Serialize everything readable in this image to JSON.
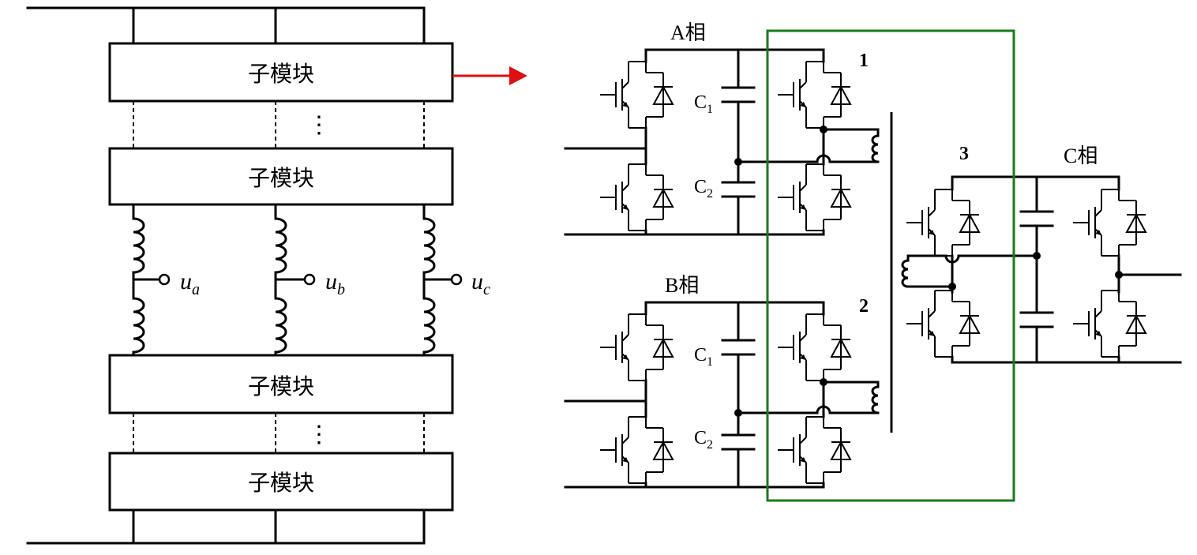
{
  "module_label": "子模块",
  "ellipsis": "⋮",
  "outputs": {
    "a": {
      "sym": "u",
      "sub": "a"
    },
    "b": {
      "sym": "u",
      "sub": "b"
    },
    "c": {
      "sym": "u",
      "sub": "c"
    }
  },
  "phases": {
    "a_label": "A相",
    "b_label": "B相",
    "c_label": "C相"
  },
  "capacitors": {
    "c1": {
      "sym": "C",
      "sub": "1"
    },
    "c2": {
      "sym": "C",
      "sub": "2"
    }
  },
  "numbers": {
    "n1": "1",
    "n2": "2",
    "n3": "3"
  },
  "colors": {
    "wire": "#000000",
    "arrow": "#e01010",
    "highlight_box": "#1a7a1a"
  }
}
